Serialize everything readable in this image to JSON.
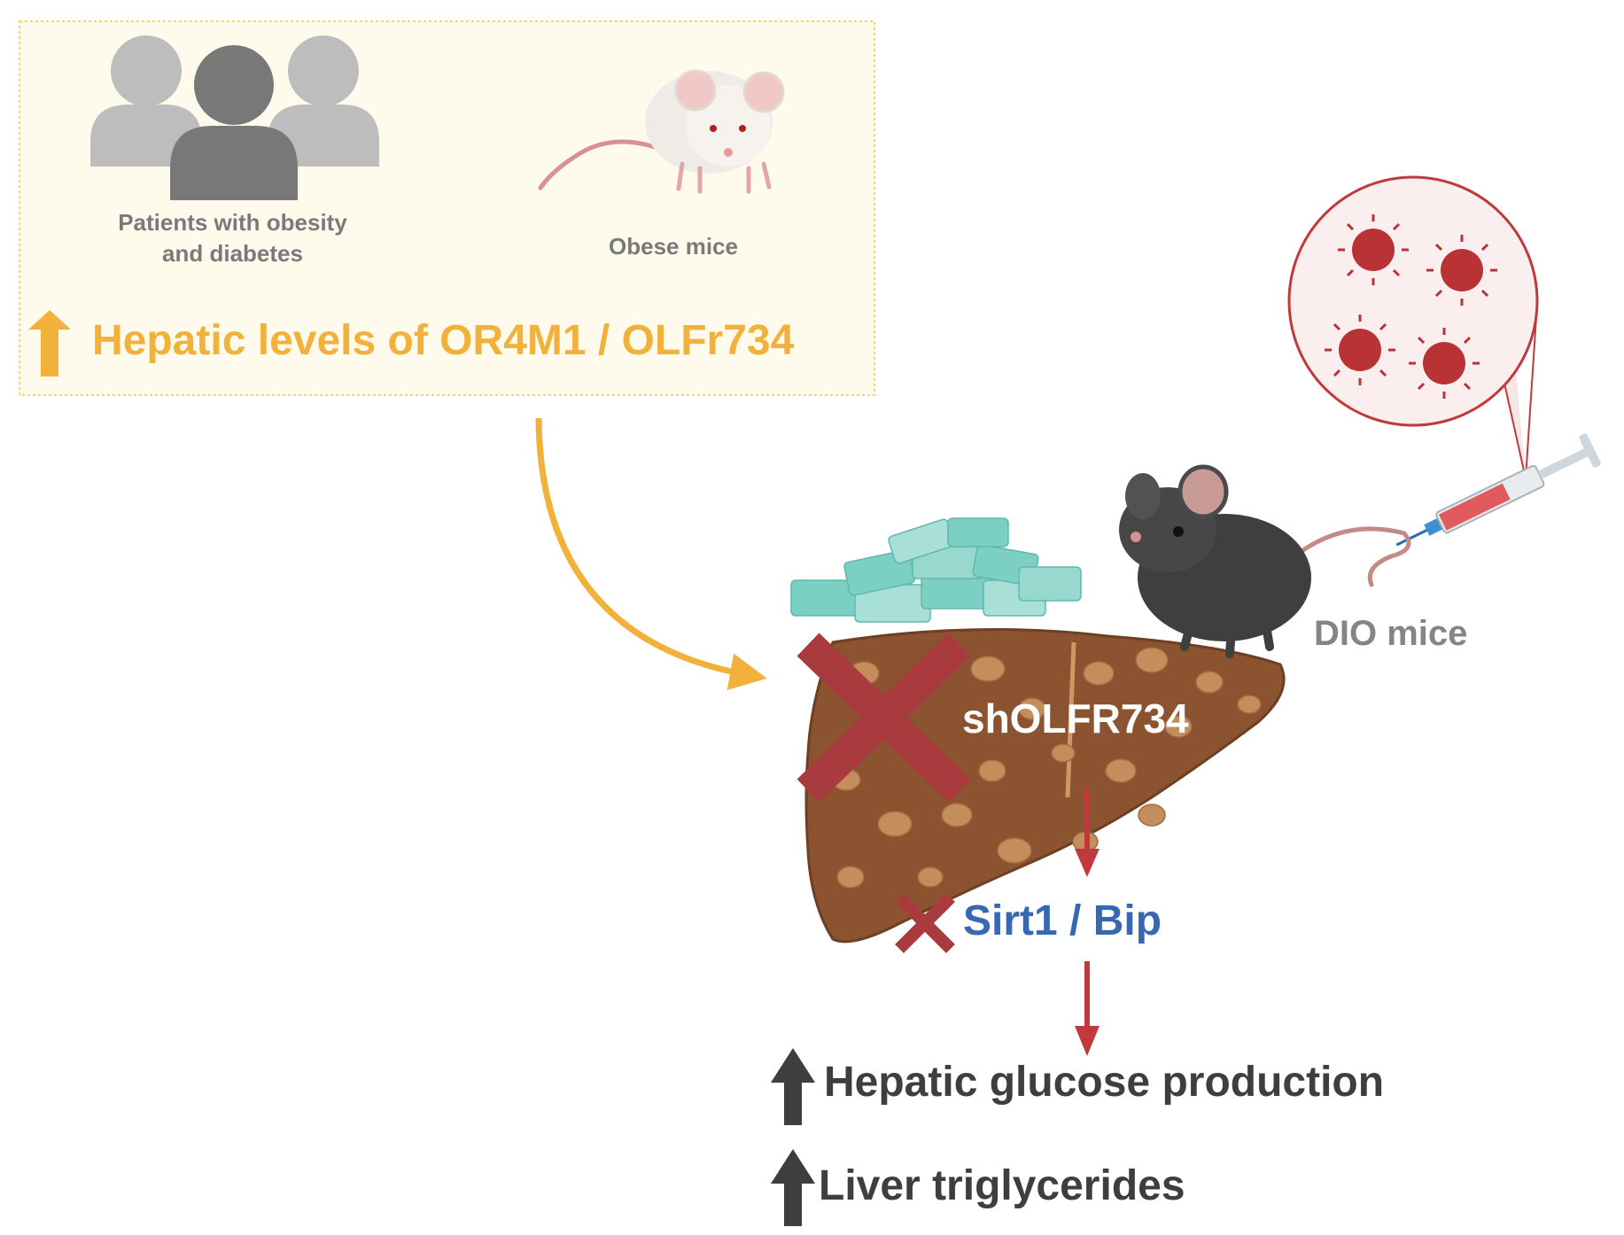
{
  "top_panel": {
    "patients_label": "Patients with obesity and diabetes",
    "mice_label": "Obese mice",
    "finding": "Hepatic levels of OR4M1 / OLFr734",
    "finding_color": "#f2b13a"
  },
  "model": {
    "mice_label": "DIO mice",
    "knockdown_label": "shOLFR734"
  },
  "pathway": {
    "target_label": "Sirt1 / Bip",
    "target_color": "#3668b3",
    "inhibition_color": "#a93a3d"
  },
  "outcomes": [
    {
      "label": "Hepatic glucose production"
    },
    {
      "label": "Liver triglycerides"
    }
  ],
  "icons": {
    "people": "people-group-icon",
    "white_mouse": "white-mouse-icon",
    "black_mouse": "black-mouse-icon",
    "virus": "virus-icon",
    "syringe": "syringe-icon",
    "liver": "fatty-liver-icon",
    "diet": "high-fat-diet-pellets-icon",
    "cross": "cross-icon",
    "up_arrow": "up-arrow-icon",
    "down_arrow": "down-arrow-icon"
  }
}
